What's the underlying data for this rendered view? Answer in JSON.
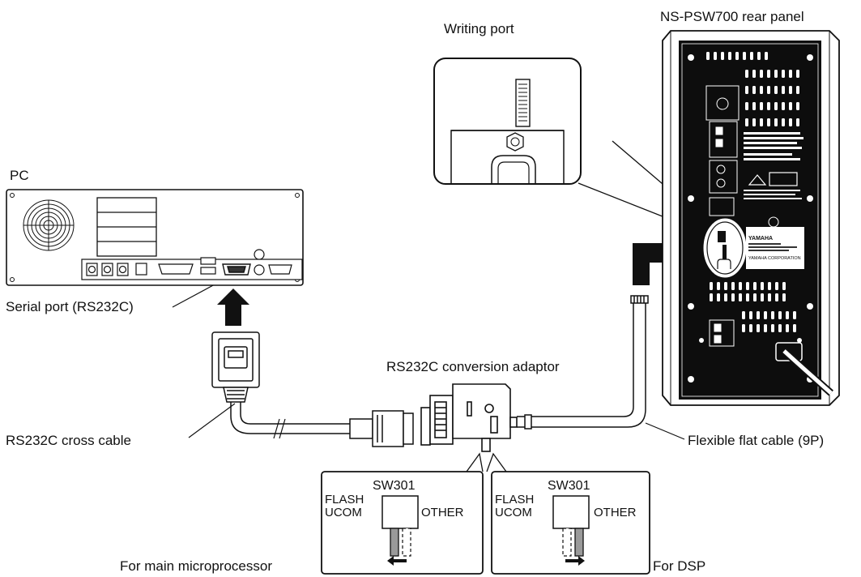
{
  "labels": {
    "writing_port": "Writing port",
    "rear_panel": "NS-PSW700 rear panel",
    "pc": "PC",
    "serial_port": "Serial port (RS232C)",
    "adaptor": "RS232C conversion adaptor",
    "cross_cable": "RS232C cross cable",
    "flat_cable": "Flexible flat cable (9P)",
    "for_main": "For main microprocessor",
    "for_dsp": "For DSP"
  },
  "switch_left": {
    "id": "SW301",
    "flash": "FLASH",
    "ucom": "UCOM",
    "other": "OTHER"
  },
  "switch_right": {
    "id": "SW301",
    "flash": "FLASH",
    "ucom": "UCOM",
    "other": "OTHER"
  },
  "panel": {
    "maker": "YAMAHA",
    "corporation": "YAMAHA CORPORATION"
  },
  "colors": {
    "line": "#111111",
    "fill": "#ffffff",
    "shade": "#9a9a9a",
    "dark": "#1a1a1a"
  }
}
